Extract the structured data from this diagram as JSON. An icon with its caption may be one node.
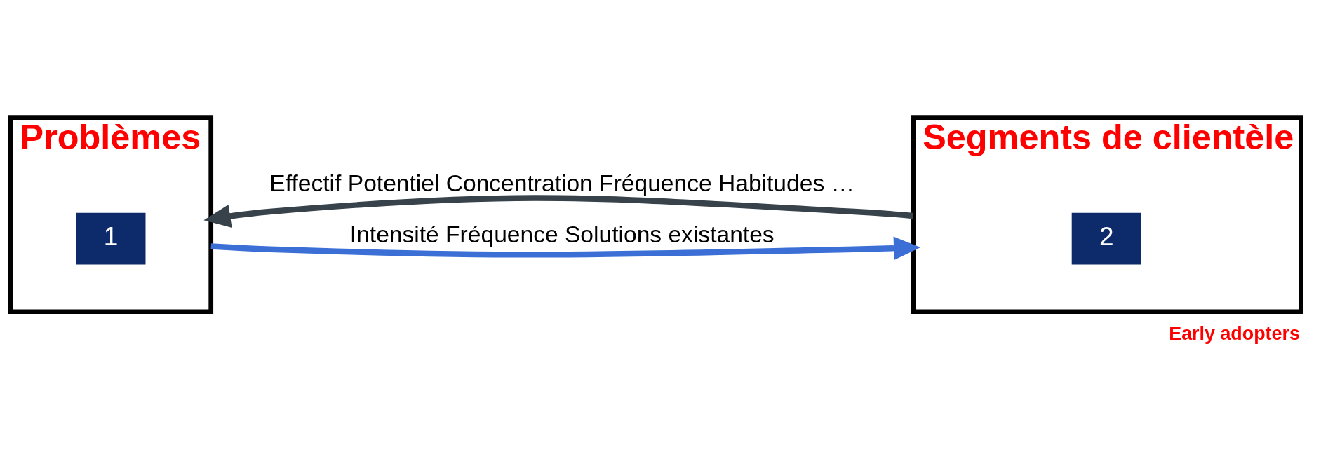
{
  "diagram": {
    "nodes": [
      {
        "text": [
          "Problèmes"
        ]
      },
      {
        "text": [
          "1"
        ],
        "in": 0
      },
      {
        "text": [
          "Segments de clientèle"
        ],
        "beside": [
          "Early adopters"
        ]
      },
      {
        "text": [
          "2"
        ],
        "in": 2
      }
    ],
    "edges": [
      {
        "from": 2,
        "to": 0,
        "arrow": "to",
        "label": "Effectif Potentiel Concentration Fréquence Habitudes …",
        "color": "#37424a"
      },
      {
        "from": 0,
        "to": 2,
        "arrow": "to",
        "label": "Intensité Fréquence Solutions existantes",
        "color": "#3b6fd6"
      }
    ]
  }
}
